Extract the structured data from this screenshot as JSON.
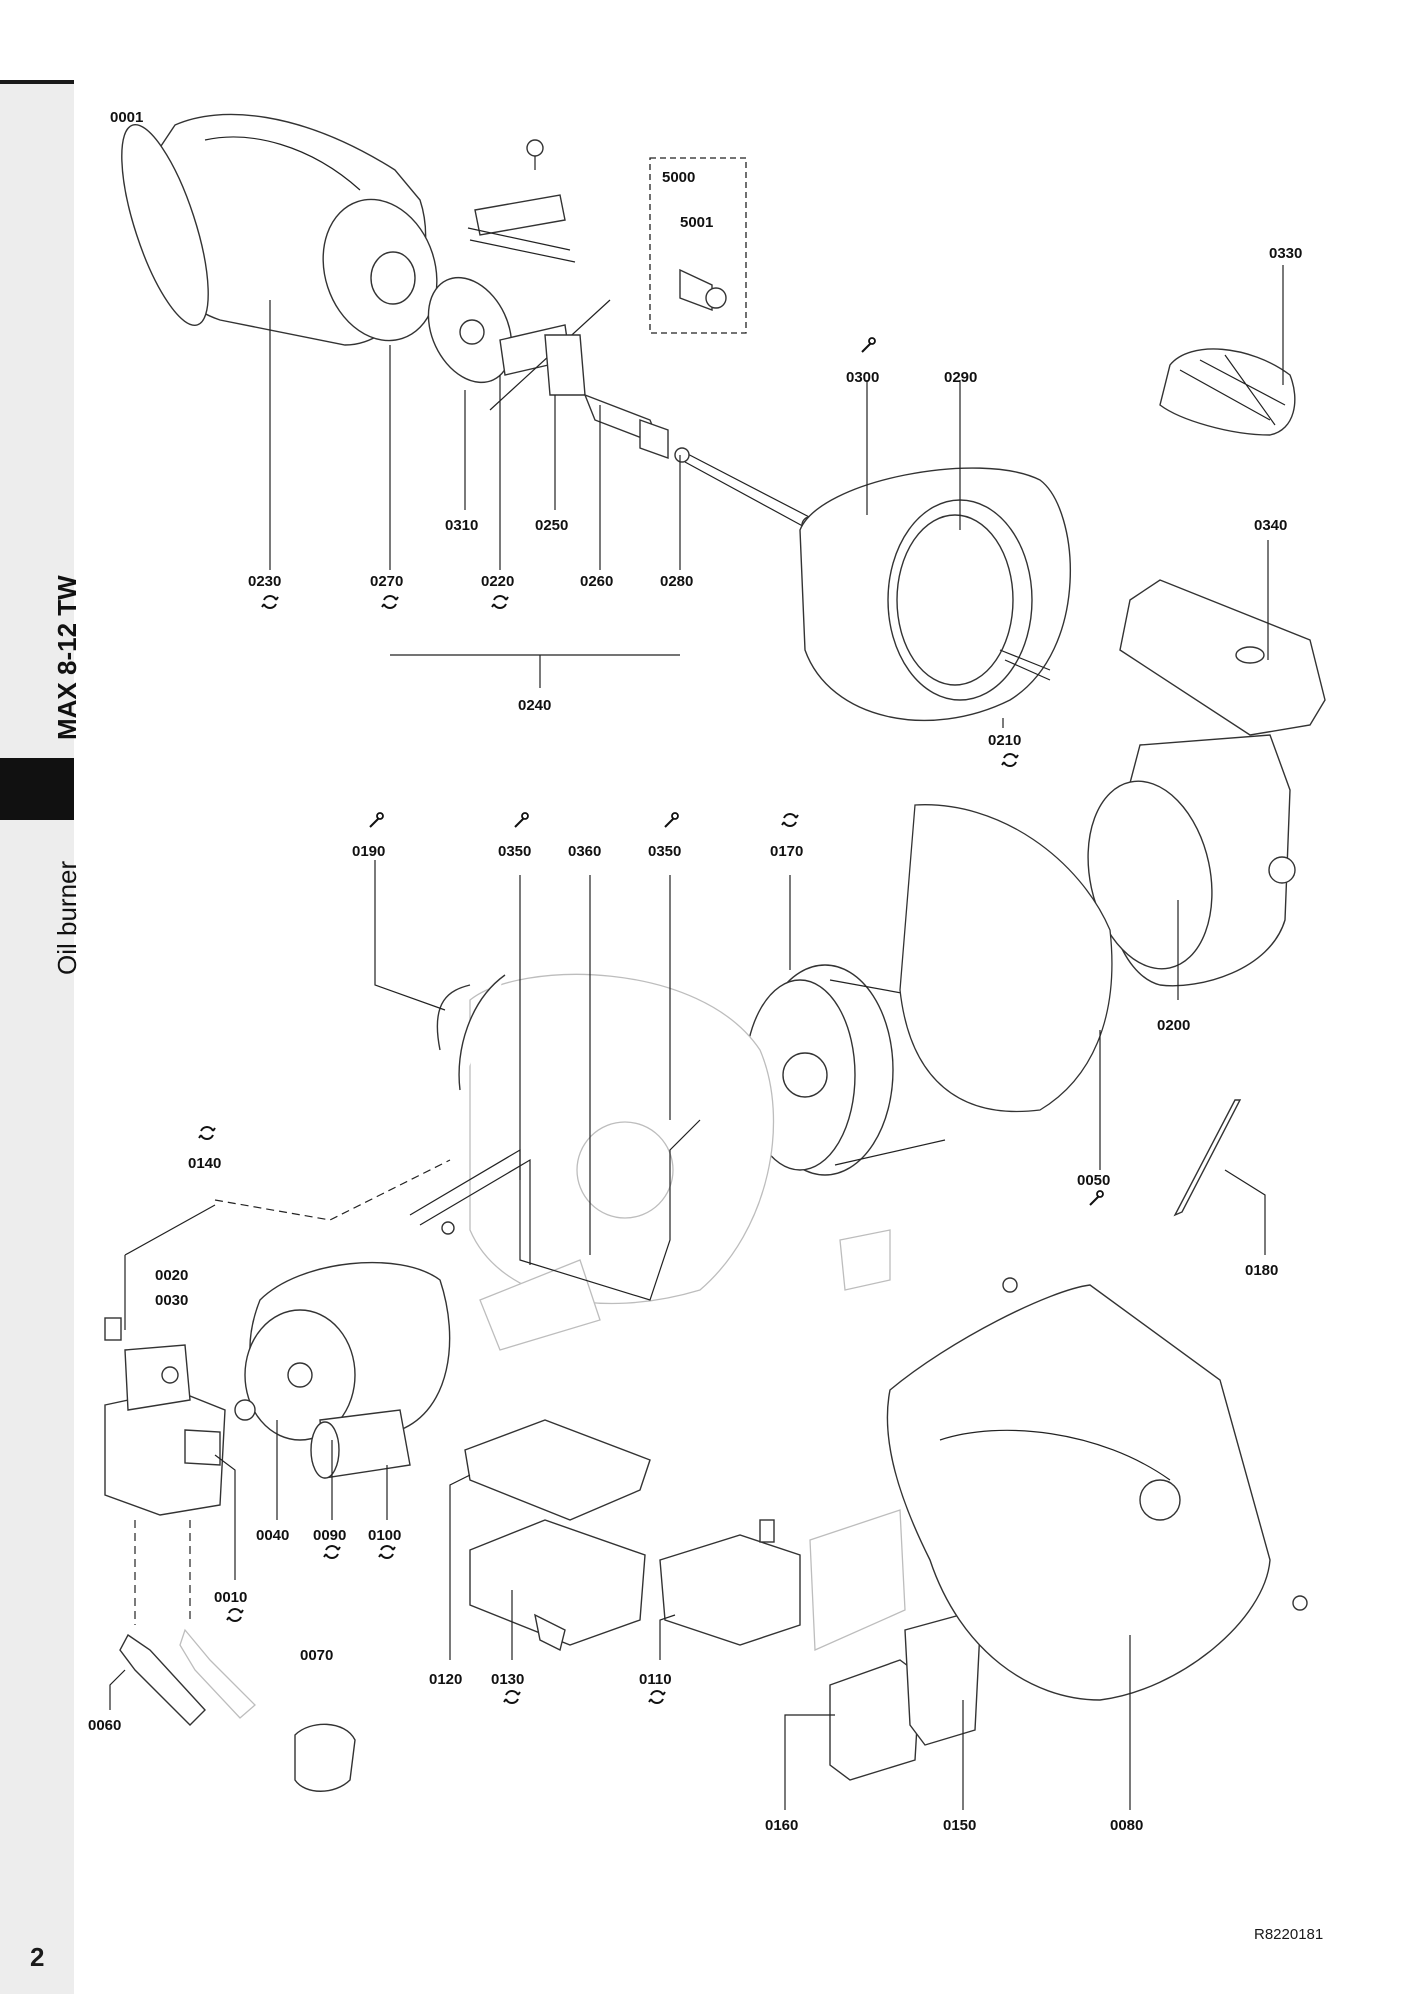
{
  "sidebar": {
    "model": "MAX 8-12 TW",
    "category": "Oil burner"
  },
  "footer": {
    "page_number": "2",
    "doc_code": "R8220181"
  },
  "parts": {
    "p0001": "0001",
    "p0230": "0230",
    "p0270": "0270",
    "p0310": "0310",
    "p0220": "0220",
    "p0250": "0250",
    "p0260": "0260",
    "p0280": "0280",
    "p0240": "0240",
    "p5000": "5000",
    "p5001": "5001",
    "p0300": "0300",
    "p0290": "0290",
    "p0330": "0330",
    "p0340": "0340",
    "p0210": "0210",
    "p0190": "0190",
    "p0350a": "0350",
    "p0360": "0360",
    "p0350b": "0350",
    "p0170": "0170",
    "p0200": "0200",
    "p0140": "0140",
    "p0020": "0020",
    "p0030": "0030",
    "p0050": "0050",
    "p0180": "0180",
    "p0040": "0040",
    "p0090": "0090",
    "p0100": "0100",
    "p0010": "0010",
    "p0070": "0070",
    "p0060": "0060",
    "p0120": "0120",
    "p0130": "0130",
    "p0110": "0110",
    "p0160": "0160",
    "p0150": "0150",
    "p0080": "0080"
  }
}
